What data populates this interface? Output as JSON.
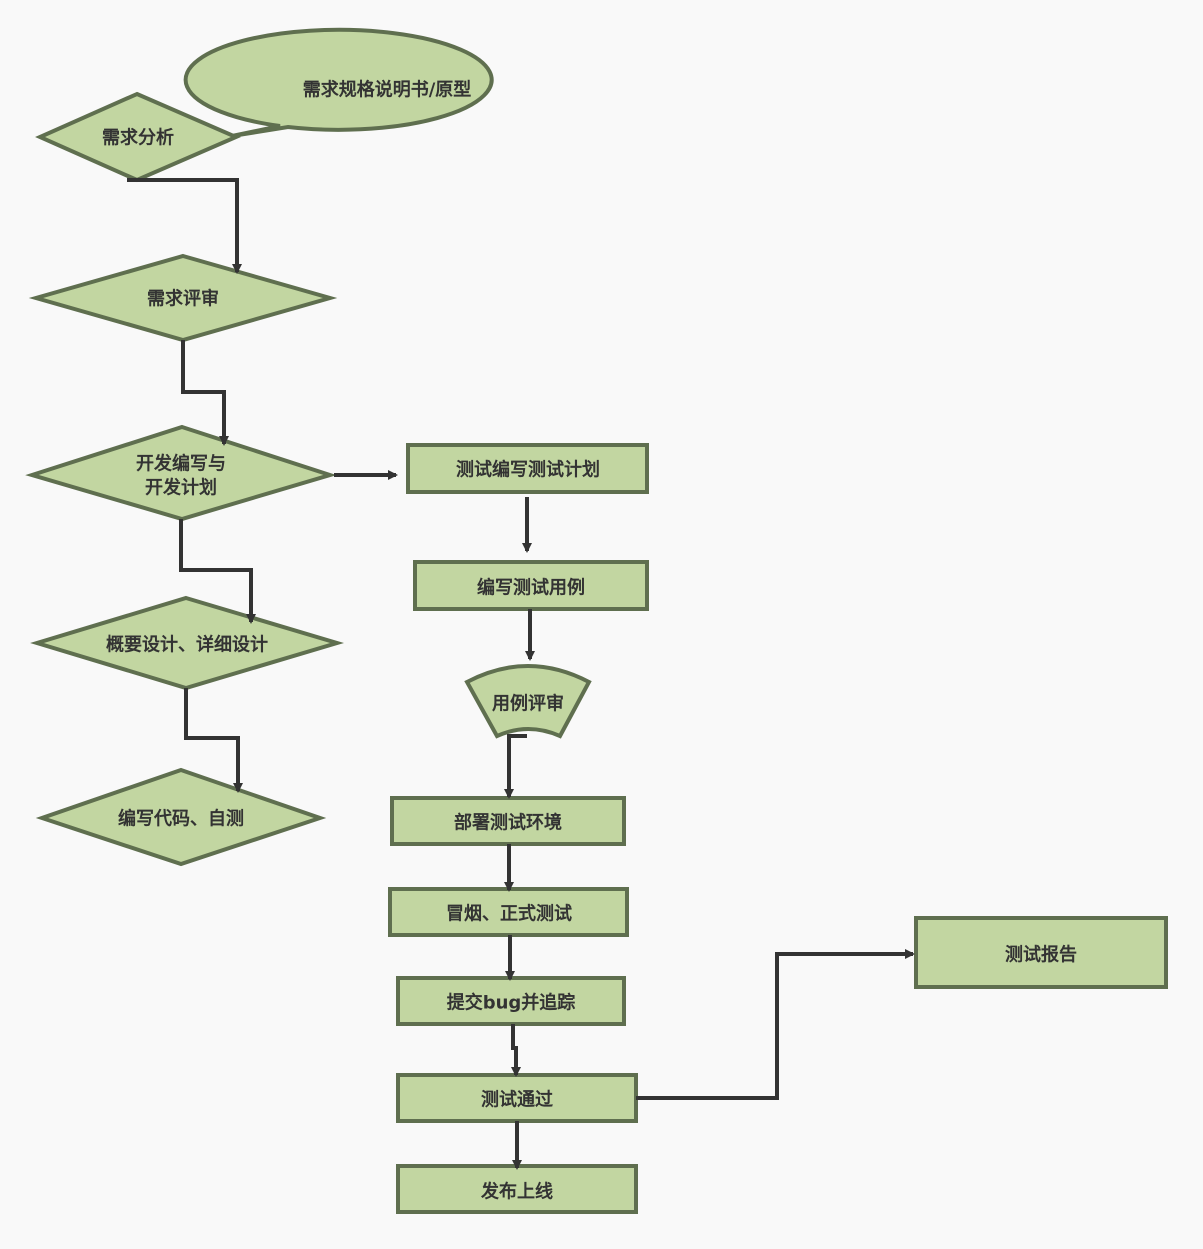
{
  "nodes": {
    "spec_doc": "需求规格说明书/原型",
    "req_analysis": "需求分析",
    "req_review": "需求评审",
    "dev_plan_line1": "开发编写与",
    "dev_plan_line2": "开发计划",
    "design": "概要设计、详细设计",
    "coding": "编写代码、自测",
    "test_plan": "测试编写测试计划",
    "test_cases": "编写测试用例",
    "case_review": "用例评审",
    "deploy_env": "部署测试环境",
    "smoke_test": "冒烟、正式测试",
    "submit_bug": "提交bug并追踪",
    "test_pass": "测试通过",
    "release": "发布上线",
    "test_report": "测试报告"
  },
  "colors": {
    "fill": "#c2d6a1",
    "stroke": "#5f6f4f",
    "connector": "#333333",
    "background": "#f9f9f9"
  }
}
